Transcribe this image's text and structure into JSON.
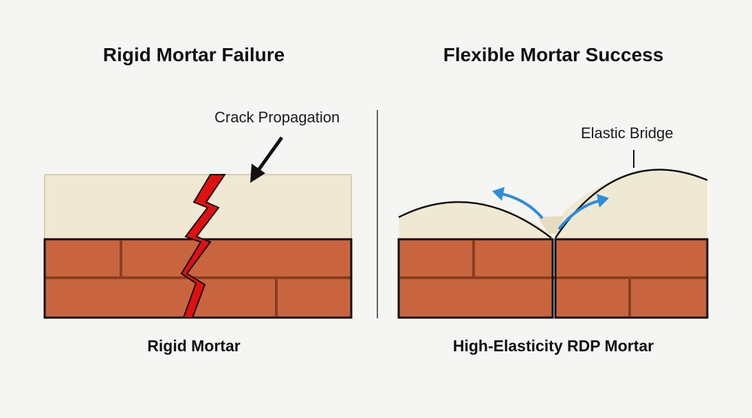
{
  "left_panel": {
    "title": "Rigid Mortar Failure",
    "annotation": "Crack Propagation",
    "caption": "Rigid Mortar"
  },
  "right_panel": {
    "title": "Flexible Mortar Success",
    "annotation": "Elastic Bridge",
    "caption": "High-Elasticity RDP Mortar"
  },
  "colors": {
    "background": "#f5f5f4",
    "mortar": "#efe8d2",
    "brick": "#c8653f",
    "brick_joint": "#8a3d1f",
    "crack": "#e11010",
    "elastic_arrow": "#2a8de0",
    "outline": "#111111"
  }
}
